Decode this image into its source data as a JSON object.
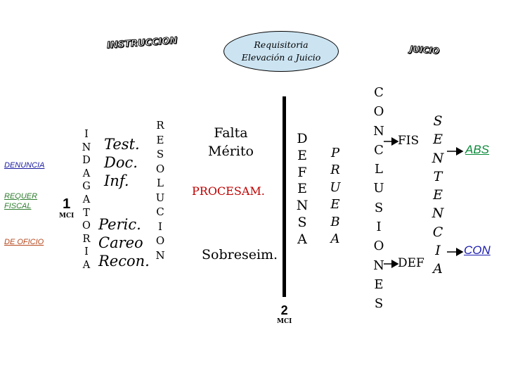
{
  "colors": {
    "ellipse_fill": "#cce4f2",
    "denuncia": "#1a1aa0",
    "requer": "#2e7d2e",
    "de_oficio": "#b5471c",
    "abs": "#0a8a3a",
    "con": "#1a1ab0"
  },
  "headings": {
    "instruccion": "INSTRUCCION",
    "juicio": "JUICIO"
  },
  "ellipse": {
    "line1": "Requisitoria",
    "line2": "Elevación a Juicio"
  },
  "left_labels": {
    "denuncia": "DENUNCIA",
    "requer_fiscal": [
      "REQUER",
      "FISCAL"
    ],
    "de_oficio": "DE OFICIO"
  },
  "stage1": {
    "number": "1",
    "label": "MCI"
  },
  "instruccion_letters": [
    "I",
    "N",
    "D",
    "A",
    "G",
    "A",
    "T",
    "O",
    "R",
    "I",
    "A"
  ],
  "means_top": [
    "Test.",
    "Doc.",
    "Inf."
  ],
  "means_bottom": [
    "Peric.",
    "Careo",
    "Recon."
  ],
  "resolucion_letters": [
    "R",
    "E",
    "S",
    "O",
    "L",
    "U",
    "C",
    "I",
    "O",
    "N"
  ],
  "outcomes": {
    "falta_merito": [
      "Falta",
      "Mérito"
    ],
    "procesam": "PROCESAM.",
    "sobreseim": "Sobreseim."
  },
  "defensa_letters": [
    "D",
    "E",
    "F",
    "E",
    "N",
    "S",
    "A"
  ],
  "prueba_letters": [
    "P",
    "R",
    "U",
    "E",
    "B",
    "A"
  ],
  "stage2": {
    "number": "2",
    "label": "MCI"
  },
  "conclusiones_letters": [
    "C",
    "O",
    "N",
    "C",
    "L",
    "U",
    "S",
    "I",
    "O",
    "N",
    "E",
    "S"
  ],
  "fis": "FIS",
  "def": "DEF",
  "sentencia_letters": [
    "S",
    "E",
    "N",
    "T",
    "E",
    "N",
    "C",
    "I",
    "A"
  ],
  "abs": "ABS",
  "con": "CON"
}
